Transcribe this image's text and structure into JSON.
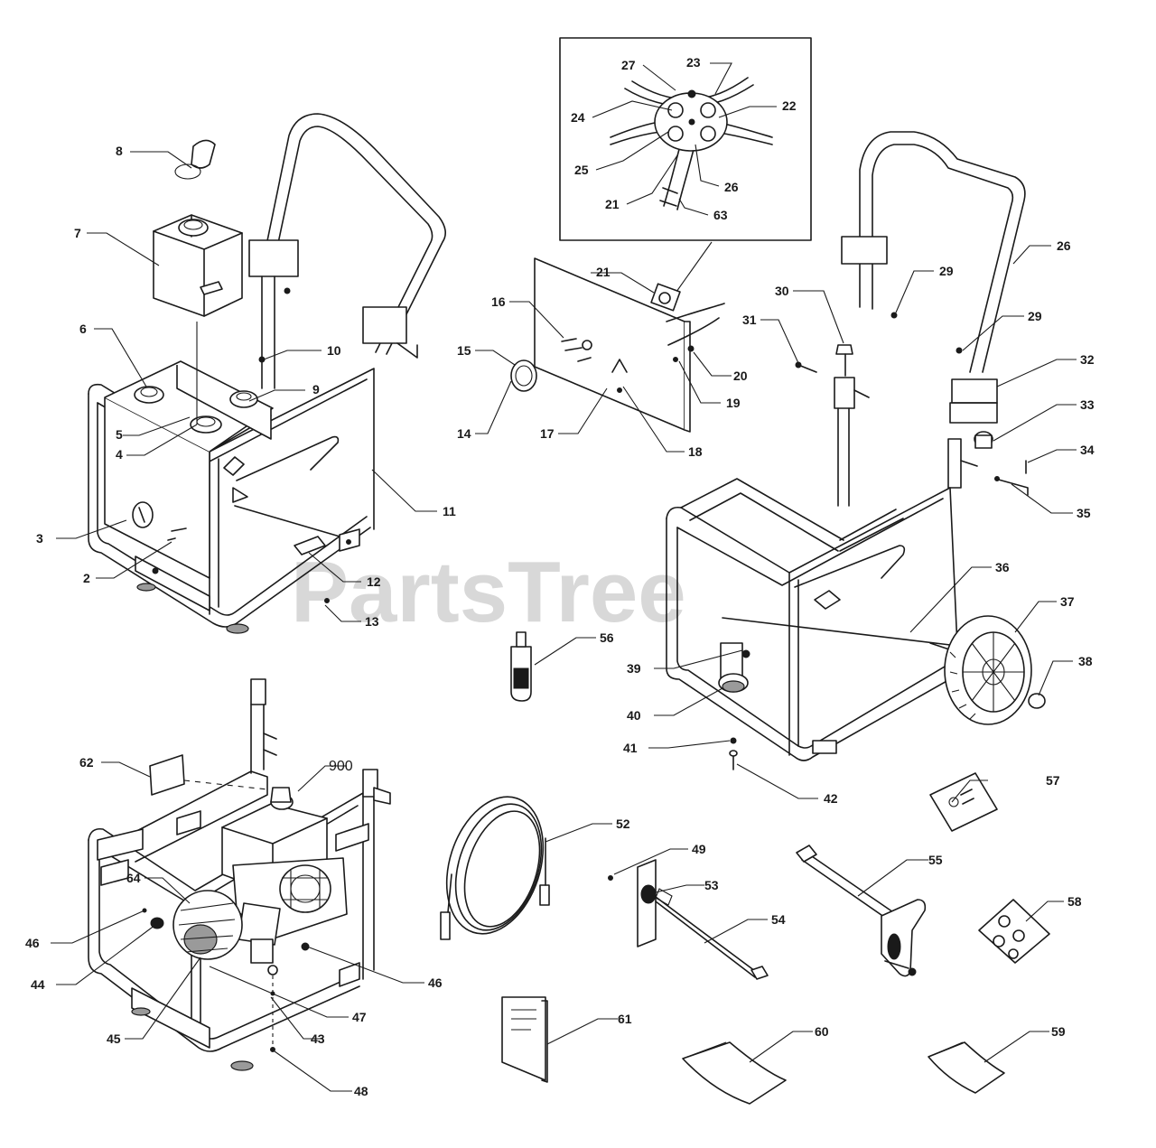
{
  "watermark": "PartsTree",
  "callouts": {
    "c2": "2",
    "c3": "3",
    "c4": "4",
    "c5": "5",
    "c6": "6",
    "c7": "7",
    "c8": "8",
    "c9": "9",
    "c10": "10",
    "c11": "11",
    "c12": "12",
    "c13": "13",
    "c14": "14",
    "c15": "15",
    "c16": "16",
    "c17": "17",
    "c18": "18",
    "c19": "19",
    "c20": "20",
    "c21a": "21",
    "c21b": "21",
    "c22": "22",
    "c23": "23",
    "c24": "24",
    "c25": "25",
    "c26a": "26",
    "c26b": "26",
    "c27": "27",
    "c29a": "29",
    "c29b": "29",
    "c30": "30",
    "c31": "31",
    "c32": "32",
    "c33": "33",
    "c34": "34",
    "c35": "35",
    "c36": "36",
    "c37": "37",
    "c38": "38",
    "c39": "39",
    "c40": "40",
    "c41": "41",
    "c42": "42",
    "c43": "43",
    "c44": "44",
    "c45": "45",
    "c46a": "46",
    "c46b": "46",
    "c47": "47",
    "c48": "48",
    "c49": "49",
    "c52": "52",
    "c53": "53",
    "c54": "54",
    "c55": "55",
    "c56": "56",
    "c57": "57",
    "c58": "58",
    "c59": "59",
    "c60": "60",
    "c61": "61",
    "c62": "62",
    "c63": "63",
    "c64": "64",
    "c900": "900"
  }
}
